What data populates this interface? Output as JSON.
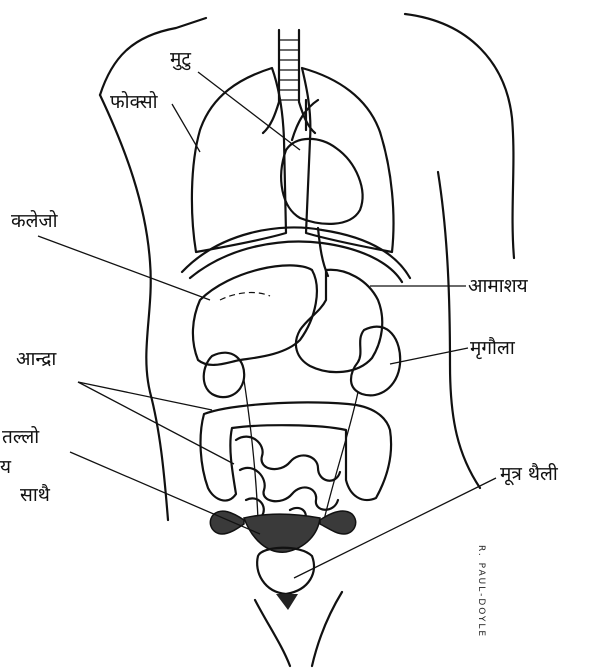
{
  "labels": {
    "mutu": "मुटु",
    "phokso": "फोक्सो",
    "kalejo": "कलेजो",
    "amashaya": "आमाशय",
    "aandra": "आन्द्रा",
    "mrigaula": "मृगौला",
    "tallo": "तल्लो",
    "ya": "य",
    "saathai": "साथै",
    "mutra_thaili": "मूत्र थैली"
  },
  "artist_credit": "R. PAUL-DOYLE"
}
